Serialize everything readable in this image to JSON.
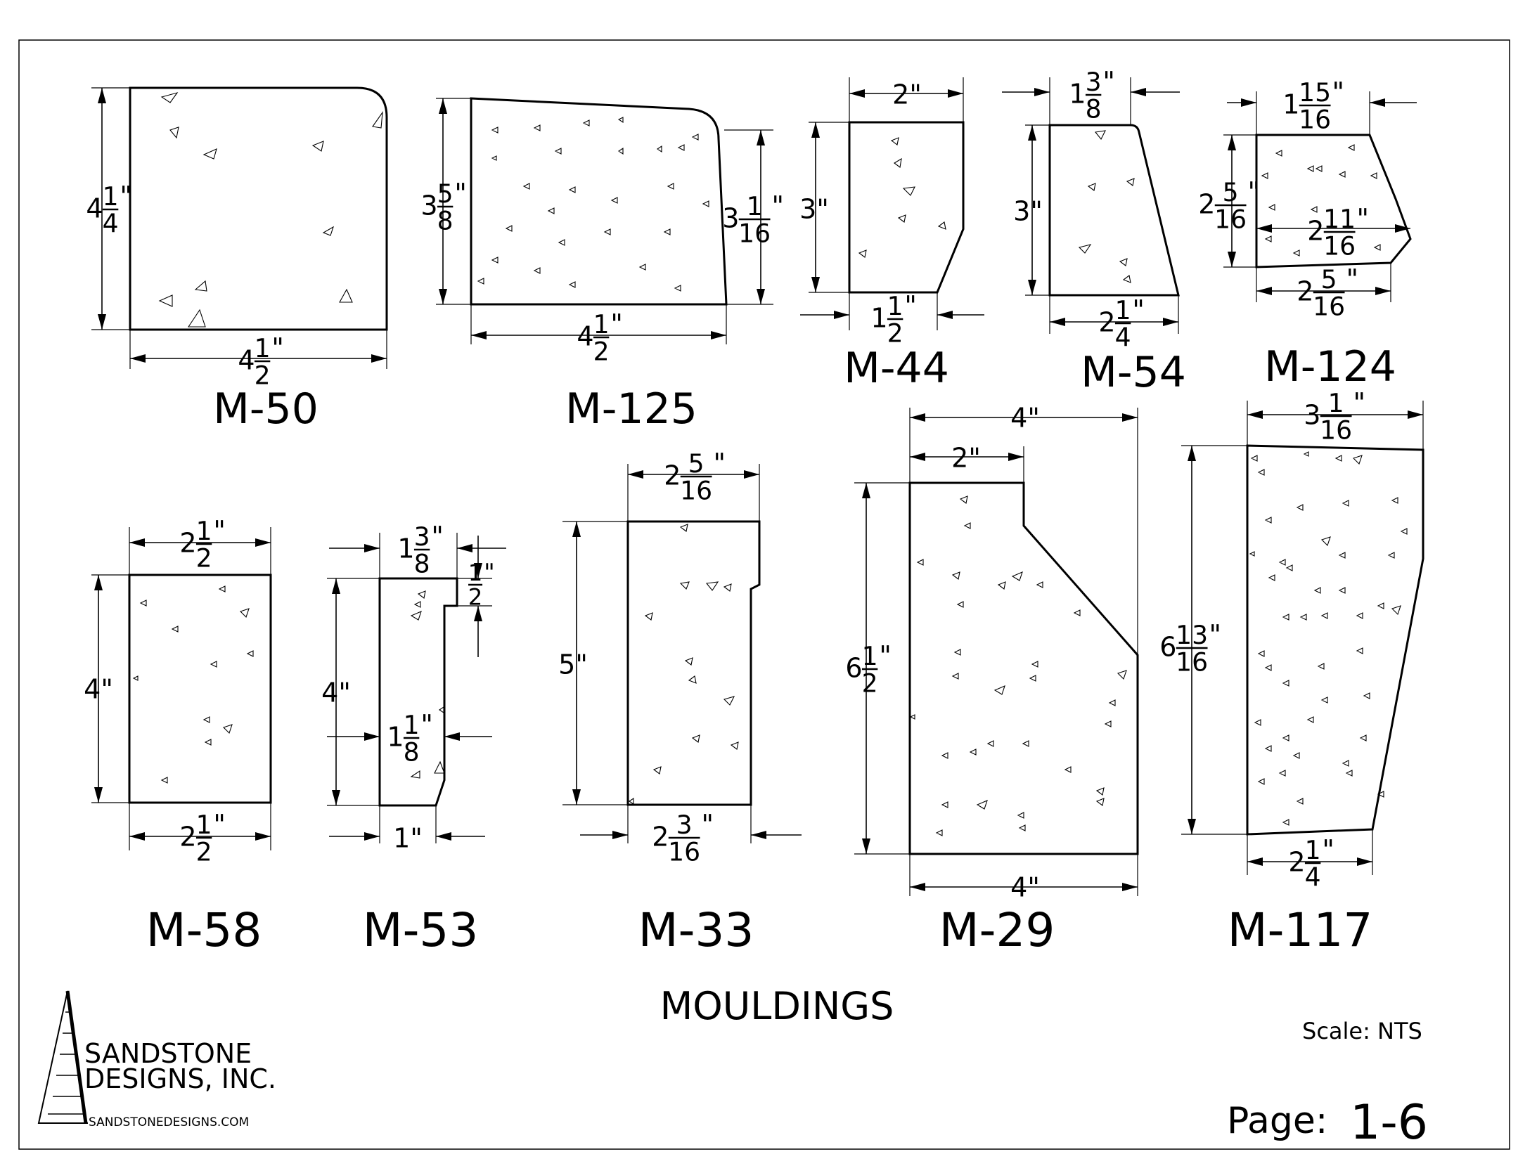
{
  "sheet_title": "MOULDINGS",
  "company": {
    "line1": "SANDSTONE",
    "line2": "DESIGNS, INC.",
    "url": "SANDSTONEDESIGNS.COM"
  },
  "scale": "Scale: NTS",
  "page": {
    "label": "Page:",
    "number": "1-6"
  },
  "mouldings": [
    {
      "id": "M-50",
      "dims": {
        "height": "4 1/4\"",
        "width": "4 1/2\""
      }
    },
    {
      "id": "M-125",
      "dims": {
        "left_height": "3 5/8\"",
        "right_height": "3 1/16\"",
        "width": "4 1/2\""
      }
    },
    {
      "id": "M-44",
      "dims": {
        "top": "2\"",
        "height": "3\"",
        "bottom": "1 1/2\""
      }
    },
    {
      "id": "M-54",
      "dims": {
        "top": "1 3/8\"",
        "height": "3\"",
        "bottom": "2 1/4\""
      }
    },
    {
      "id": "M-124",
      "dims": {
        "top": "1 15/16\"",
        "height": "2 5/16\"",
        "middle": "2 11/16\"",
        "bottom": "2 5/16\""
      }
    },
    {
      "id": "M-58",
      "dims": {
        "top": "2 1/2\"",
        "height": "4\"",
        "bottom": "2 1/2\""
      }
    },
    {
      "id": "M-53",
      "dims": {
        "top": "1 3/8\"",
        "step": "1/2\"",
        "height": "4\"",
        "middle": "1 1/8\"",
        "bottom": "1\""
      }
    },
    {
      "id": "M-33",
      "dims": {
        "top": "2 5/16\"",
        "height": "5\"",
        "bottom": "2 3/16\""
      }
    },
    {
      "id": "M-29",
      "dims": {
        "top": "4\"",
        "step": "2\"",
        "height": "6 1/2\"",
        "bottom": "4\""
      }
    },
    {
      "id": "M-117",
      "dims": {
        "top": "3 1/16\"",
        "height": "6 13/16\"",
        "bottom": "2 1/4\""
      }
    }
  ]
}
